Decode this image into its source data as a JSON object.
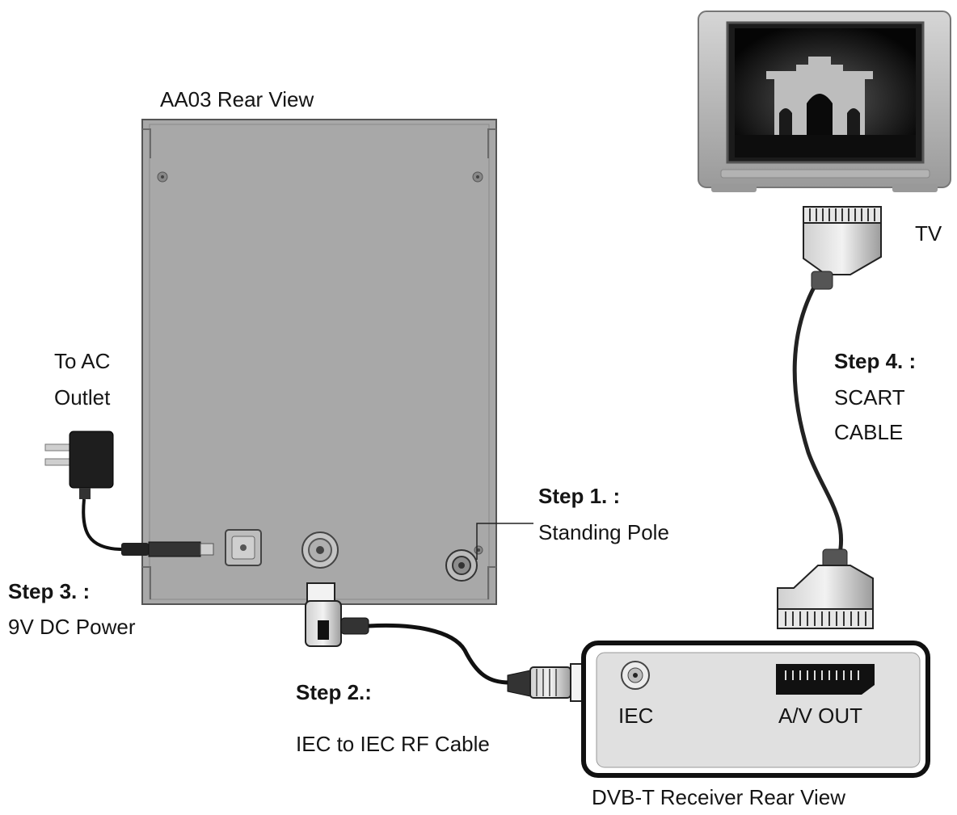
{
  "antenna": {
    "title": "AA03 Rear View",
    "step1": {
      "heading": "Step 1. :",
      "text": "Standing Pole"
    }
  },
  "power": {
    "outlet_line1": "To AC",
    "outlet_line2": "Outlet",
    "step3": {
      "heading": "Step 3. :",
      "text": "9V DC Power"
    }
  },
  "rf_cable": {
    "step2": {
      "heading": "Step 2.:",
      "text": "IEC to IEC RF Cable"
    }
  },
  "tv": {
    "label": "TV",
    "step4": {
      "heading": "Step 4. :",
      "line1": "SCART",
      "line2": "CABLE"
    }
  },
  "receiver": {
    "iec_label": "IEC",
    "av_label": "A/V OUT",
    "caption": "DVB-T Receiver Rear View"
  },
  "icons": [
    "tv-icon",
    "scart-plug-icon",
    "power-adapter-icon",
    "dc-plug-icon",
    "iec-connector-icon",
    "standing-pole-icon"
  ]
}
